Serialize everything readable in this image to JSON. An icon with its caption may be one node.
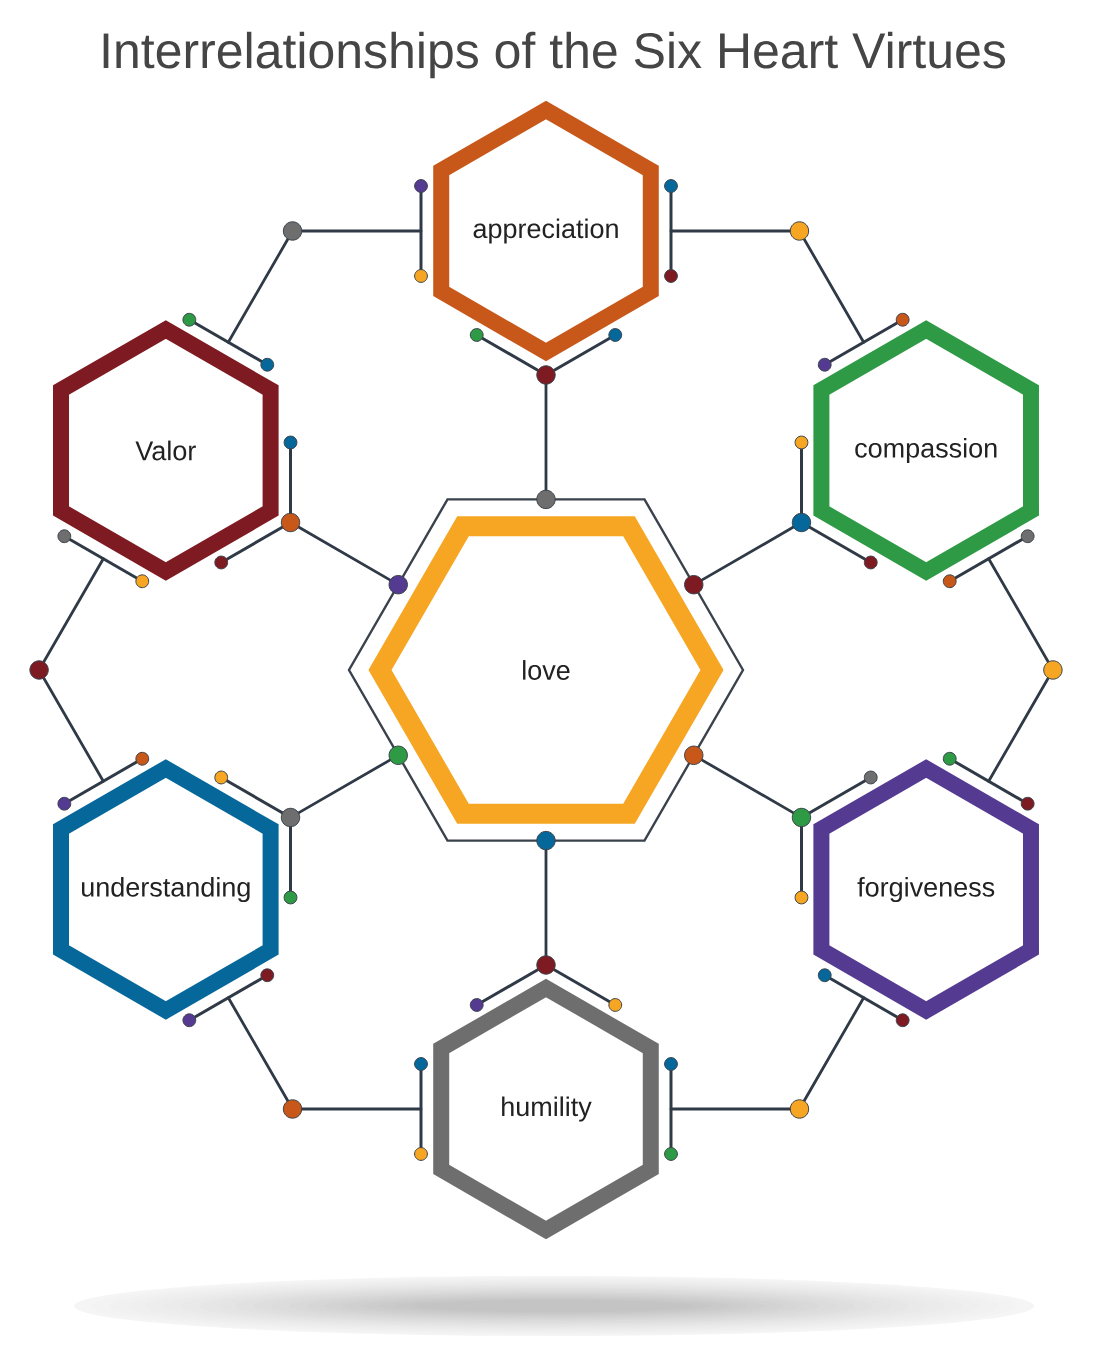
{
  "diagram": {
    "title": "Interrelationships of the Six Heart Virtues",
    "nodes": [
      {
        "text": [
          "appreciation"
        ]
      },
      {
        "text": [
          "Valor"
        ]
      },
      {
        "text": [
          "compassion"
        ]
      },
      {
        "text": [
          "love"
        ]
      },
      {
        "text": [
          "understanding"
        ]
      },
      {
        "text": [
          "forgiveness"
        ]
      },
      {
        "text": [
          "humility"
        ]
      }
    ],
    "edges": [
      {
        "from": 0,
        "to": 1,
        "arrow": "none"
      },
      {
        "from": 0,
        "to": 2,
        "arrow": "none"
      },
      {
        "from": 0,
        "to": 3,
        "arrow": "none"
      },
      {
        "from": 1,
        "to": 3,
        "arrow": "none"
      },
      {
        "from": 2,
        "to": 3,
        "arrow": "none"
      },
      {
        "from": 1,
        "to": 4,
        "arrow": "none"
      },
      {
        "from": 2,
        "to": 5,
        "arrow": "none"
      },
      {
        "from": 4,
        "to": 3,
        "arrow": "none"
      },
      {
        "from": 5,
        "to": 3,
        "arrow": "none"
      },
      {
        "from": 4,
        "to": 6,
        "arrow": "none"
      },
      {
        "from": 5,
        "to": 6,
        "arrow": "none"
      },
      {
        "from": 6,
        "to": 3,
        "arrow": "none"
      }
    ]
  }
}
